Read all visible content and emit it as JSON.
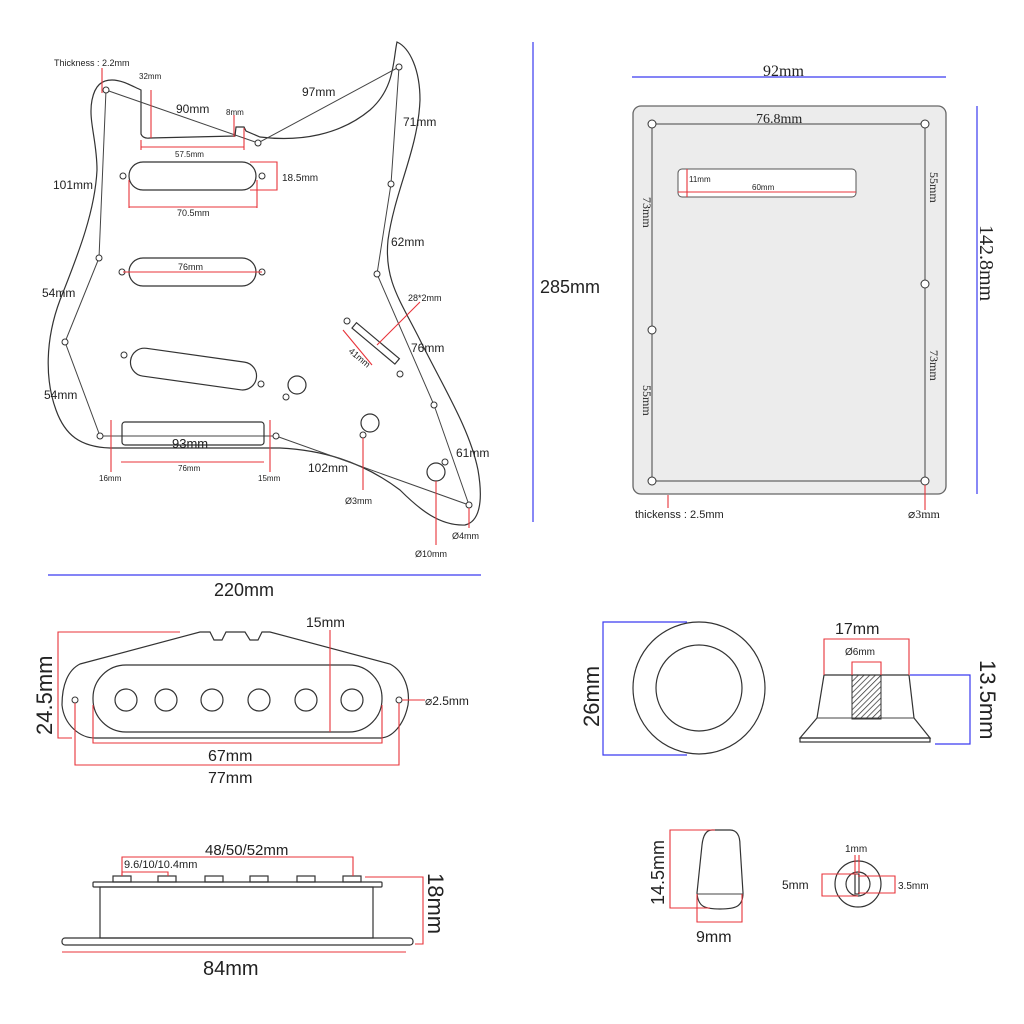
{
  "pickguard": {
    "thickness": "Thickness : 2.2mm",
    "d32": "32mm",
    "d90": "90mm",
    "d8": "8mm",
    "d575": "57.5mm",
    "d185": "18.5mm",
    "d101": "101mm",
    "d705": "70.5mm",
    "d97": "97mm",
    "d71": "71mm",
    "d76a": "76mm",
    "d62": "62mm",
    "d54a": "54mm",
    "d54b": "54mm",
    "d28x2": "28*2mm",
    "d41": "41mm",
    "d76b": "76mm",
    "d93": "93mm",
    "d76c": "76mm",
    "d16": "16mm",
    "d15": "15mm",
    "d102": "102mm",
    "d61": "61mm",
    "dia3": "Ø3mm",
    "dia4": "Ø4mm",
    "dia10": "Ø10mm",
    "height": "285mm",
    "width": "220mm"
  },
  "backplate": {
    "width": "92mm",
    "inner_width": "76.8mm",
    "slot_h": "11mm",
    "slot_w": "60mm",
    "r55": "55mm",
    "l73": "73mm",
    "r73": "73mm",
    "l55": "55mm",
    "height": "142.8mm",
    "thickness": "thickenss : 2.5mm",
    "hole": "⌀3mm"
  },
  "pickup_top": {
    "height": "24.5mm",
    "inner_h": "15mm",
    "inner_w": "67mm",
    "outer_w": "77mm",
    "hole": "⌀2.5mm"
  },
  "pickup_side": {
    "span": "48/50/52mm",
    "pitch": "9.6/10/10.4mm",
    "height": "18mm",
    "length": "84mm"
  },
  "knob": {
    "diameter": "26mm",
    "top_w": "17mm",
    "shaft": "Ø6mm",
    "height": "13.5mm"
  },
  "switch_tip": {
    "height": "14.5mm",
    "width": "9mm",
    "slot": "1mm",
    "outer": "5mm",
    "inner": "3.5mm"
  },
  "colors": {
    "dimension_red": "#e8333a",
    "dimension_blue": "#3a3af0",
    "backplate_fill": "#ececec"
  }
}
